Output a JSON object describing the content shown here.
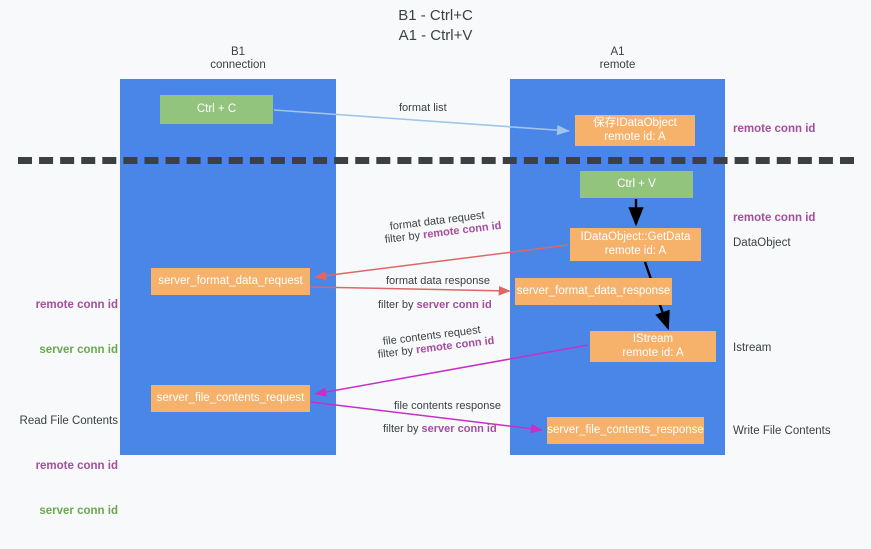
{
  "title": "B1 - Ctrl+C\nA1 - Ctrl+V",
  "lanes": {
    "left": {
      "name": "B1\nconnection",
      "color": "#4a86e8"
    },
    "right": {
      "name": "A1\nremote",
      "color": "#4a86e8"
    }
  },
  "colors": {
    "lane": "#4a86e8",
    "green_node": "#93c47d",
    "orange_node": "#f6b26b",
    "purple_text": "#a64d9e",
    "green_text": "#6aa84f",
    "arrow_blue": "#9fc5e8",
    "arrow_red": "#e06666",
    "arrow_magenta": "#c72fc7",
    "arrow_black": "#000000",
    "divider": "#3c4043",
    "background": "#f8f9fa"
  },
  "nodes": {
    "ctrl_c": "Ctrl + C",
    "ctrl_v": "Ctrl + V",
    "idataobject_store": "保存IDataObject\nremote id: A",
    "idataobject_getdata": "IDataObject::GetData\nremote id: A",
    "server_format_data_request": "server_format_data_request",
    "server_format_data_response": "server_format_data_response",
    "istream": "IStream\nremote id: A",
    "server_file_contents_request": "server_file_contents_request",
    "server_file_contents_response": "server_file_contents_response"
  },
  "edge_captions": {
    "format_list": "format list",
    "format_data_request": "format data request",
    "format_data_request_filter_prefix": "filter by ",
    "format_data_request_filter_key": "remote conn id",
    "format_data_response": "format data response",
    "format_data_response_filter_prefix": "filter by ",
    "format_data_response_filter_key": "server conn id",
    "file_contents_request": "file contents request",
    "file_contents_request_filter_prefix": "filter by ",
    "file_contents_request_filter_key": "remote conn id",
    "file_contents_response": "file contents response",
    "file_contents_response_filter_prefix": "filter by ",
    "file_contents_response_filter_key": "server conn id"
  },
  "right_labels": {
    "remote_conn_id_top": "remote conn id",
    "remote_conn_id_mid": "remote conn id",
    "dataobject": "DataObject",
    "istream": "Istream",
    "write_file_contents": "Write File Contents"
  },
  "left_labels": {
    "conn_ids_mid_remote": "remote conn id",
    "conn_ids_mid_server": "server conn id",
    "read_file_contents": "Read File Contents",
    "conn_ids_bottom_remote": "remote conn id",
    "conn_ids_bottom_server": "server conn id"
  }
}
